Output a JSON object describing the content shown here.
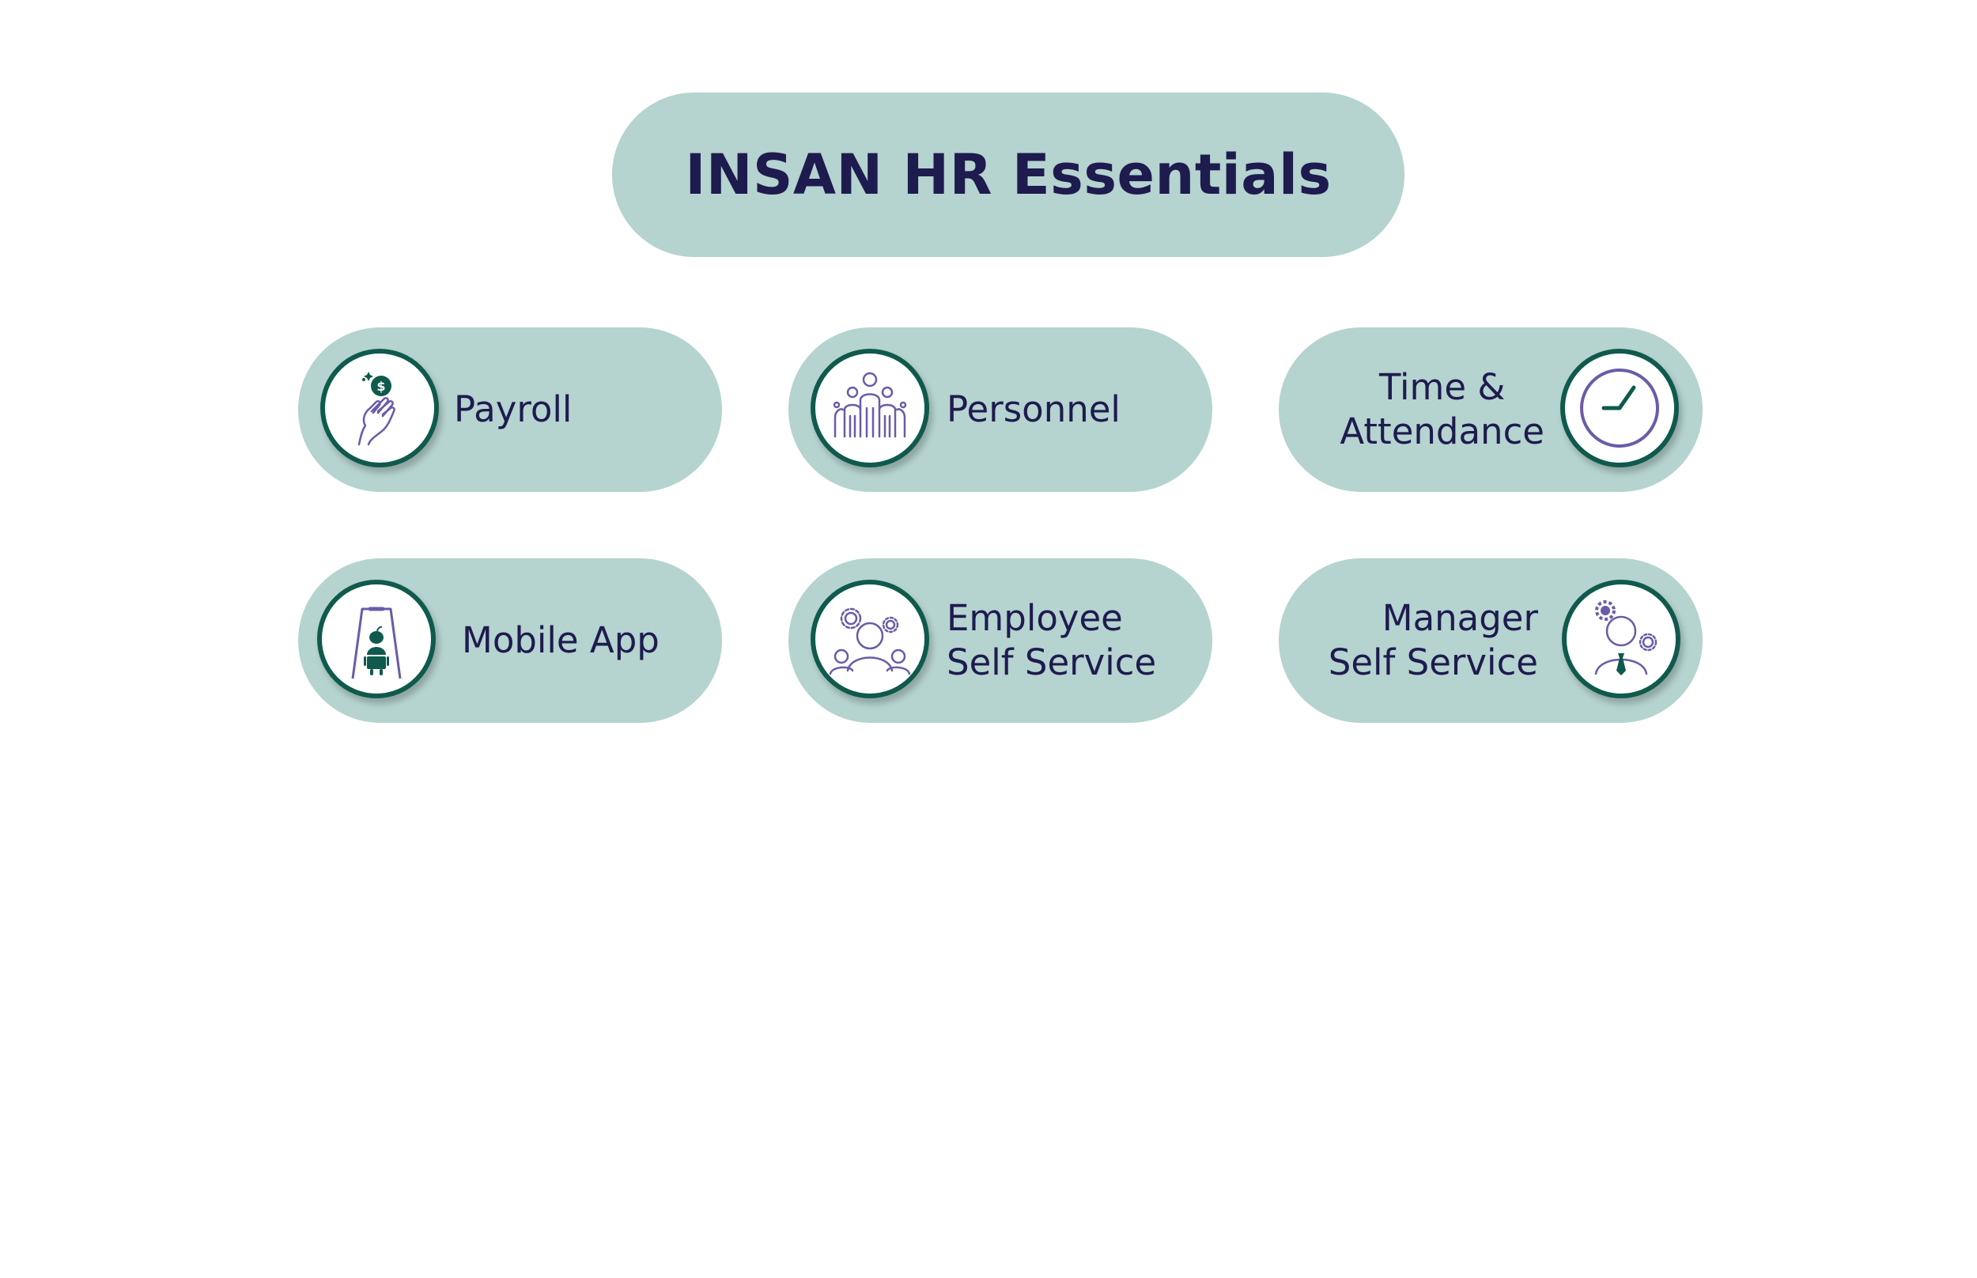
{
  "title": "INSAN HR Essentials",
  "colors": {
    "pill_background": "#b5d3cf",
    "text": "#1e1b4f",
    "circle_border": "#0f5a4c",
    "icon_purple": "#6b5ba8",
    "icon_green": "#0f5a4c"
  },
  "modules": [
    {
      "lines": [
        "Payroll"
      ],
      "icon": "hand-coin-icon"
    },
    {
      "lines": [
        "Personnel"
      ],
      "icon": "people-group-icon"
    },
    {
      "lines": [
        "Time &",
        "Attendance"
      ],
      "icon": "clock-icon"
    },
    {
      "lines": [
        "Mobile App"
      ],
      "icon": "mobile-phone-icon"
    },
    {
      "lines": [
        "Employee",
        "Self Service"
      ],
      "icon": "employee-gears-icon"
    },
    {
      "lines": [
        "Manager",
        "Self Service"
      ],
      "icon": "manager-gears-icon"
    }
  ]
}
